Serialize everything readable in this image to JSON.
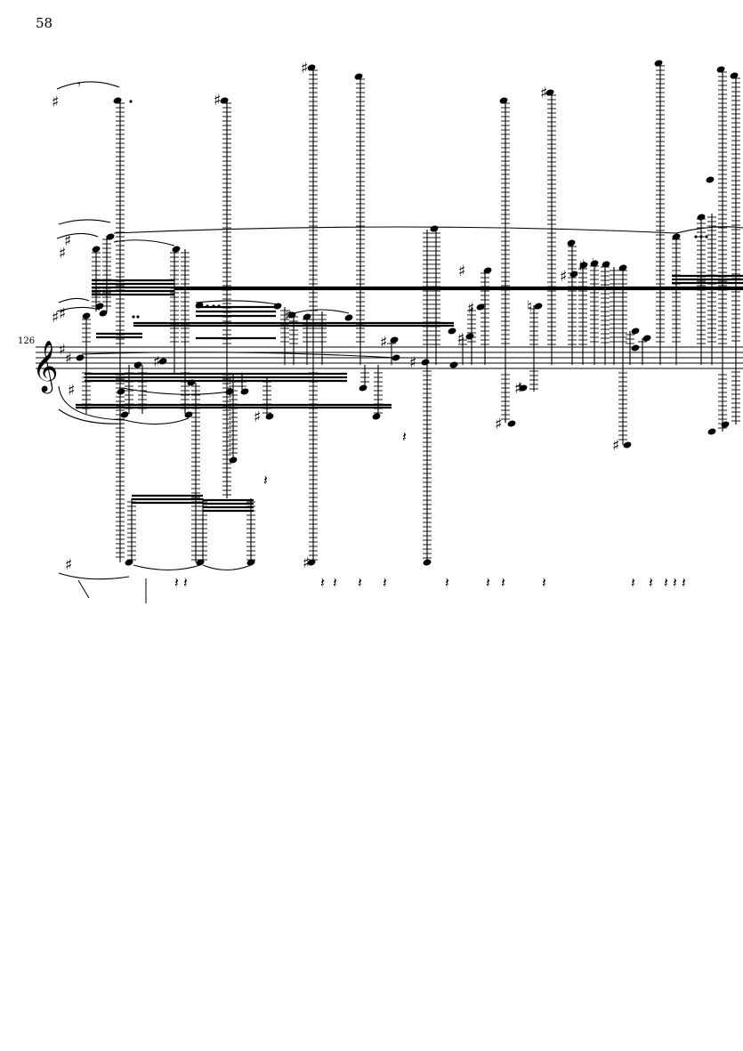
{
  "page": {
    "number": "58"
  },
  "system": {
    "measure_number": "126",
    "clef": "treble",
    "key_signature": "D major (2 sharps)",
    "ink_color": "#000000",
    "paper_color": "#ffffff"
  },
  "notation": {
    "style": "dense graphic notation with extreme ledger-line stacks",
    "glyphs": {
      "sharp": "♯",
      "natural": "♮",
      "quarter_rest": "𝄽",
      "eighth_rest": "𝄾",
      "treble_clef": "𝄞"
    }
  }
}
